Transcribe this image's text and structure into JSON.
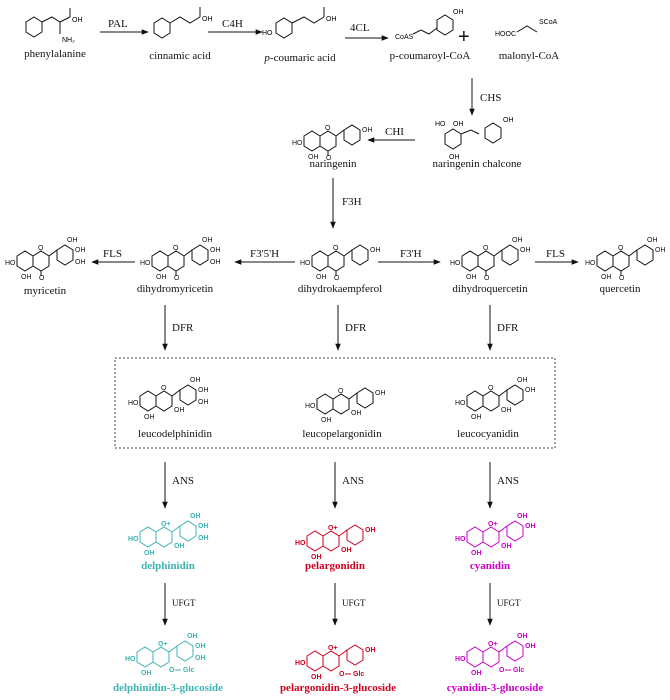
{
  "compounds": {
    "phenylalanine": "phenylalanine",
    "cinnamic_acid": "cinnamic acid",
    "p_coumaric_acid_prefix": "p",
    "p_coumaric_acid_rest": "-coumaric acid",
    "p_coumaroyl_coa": "p-coumaroyl-CoA",
    "malonyl_coa": "malonyl-CoA",
    "naringenin": "naringenin",
    "naringenin_chalcone": "naringenin chalcone",
    "myricetin": "myricetin",
    "dihydromyricetin": "dihydromyricetin",
    "dihydrokaempferol": "dihydrokaempferol",
    "dihydroquercetin": "dihydroquercetin",
    "quercetin": "quercetin",
    "leucodelphinidin": "leucodelphinidin",
    "leucopelargonidin": "leucopelargonidin",
    "leucocyanidin": "leucocyanidin",
    "delphinidin": "delphinidin",
    "pelargonidin": "pelargonidin",
    "cyanidin": "cyanidin",
    "delphinidin_glc": "delphinidin-3-glucoside",
    "pelargonidin_glc": "pelargonidin-3-glucoside",
    "cyanidin_glc": "cyanidin-3-glucoside"
  },
  "enzymes": {
    "pal": "PAL",
    "c4h": "C4H",
    "cl4": "4CL",
    "chs": "CHS",
    "chi": "CHI",
    "f3h": "F3H",
    "f35h": "F3'5'H",
    "f3h_prime": "F3'H",
    "fls_left": "FLS",
    "fls_right": "FLS",
    "dfr_left": "DFR",
    "dfr_mid": "DFR",
    "dfr_right": "DFR",
    "ans_left": "ANS",
    "ans_mid": "ANS",
    "ans_right": "ANS",
    "ufgt_left": "UFGT",
    "ufgt_mid": "UFGT",
    "ufgt_right": "UFGT"
  },
  "atoms": {
    "oh": "OH",
    "ho": "HO",
    "o": "O",
    "nh2": "NH",
    "coas": "CoAS",
    "scoa": "SCoA",
    "hooc": "HOOC",
    "o_glc": "O",
    "glc": "Glc",
    "o_plus": "O+"
  },
  "plus_sign": "+",
  "colors": {
    "ink": "#111111",
    "delphinidin": "#3fb3b3",
    "pelargonidin": "#d0001f",
    "cyanidin": "#cc00cc"
  }
}
